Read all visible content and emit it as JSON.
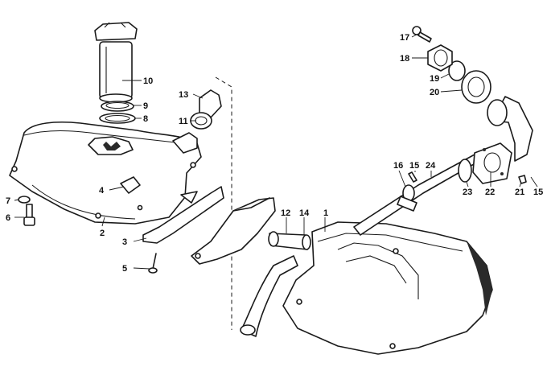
{
  "callouts": [
    {
      "id": "1",
      "label": "1"
    },
    {
      "id": "2",
      "label": "2"
    },
    {
      "id": "3",
      "label": "3"
    },
    {
      "id": "4",
      "label": "4"
    },
    {
      "id": "5",
      "label": "5"
    },
    {
      "id": "6",
      "label": "6"
    },
    {
      "id": "7",
      "label": "7"
    },
    {
      "id": "8",
      "label": "8"
    },
    {
      "id": "9",
      "label": "9"
    },
    {
      "id": "10",
      "label": "10"
    },
    {
      "id": "11",
      "label": "11"
    },
    {
      "id": "12",
      "label": "12"
    },
    {
      "id": "13",
      "label": "13"
    },
    {
      "id": "14",
      "label": "14"
    },
    {
      "id": "15a",
      "label": "15"
    },
    {
      "id": "15b",
      "label": "15"
    },
    {
      "id": "16",
      "label": "16"
    },
    {
      "id": "17",
      "label": "17"
    },
    {
      "id": "18",
      "label": "18"
    },
    {
      "id": "19",
      "label": "19"
    },
    {
      "id": "20",
      "label": "20"
    },
    {
      "id": "21",
      "label": "21"
    },
    {
      "id": "22",
      "label": "22"
    },
    {
      "id": "23",
      "label": "23"
    },
    {
      "id": "24",
      "label": "24"
    }
  ]
}
